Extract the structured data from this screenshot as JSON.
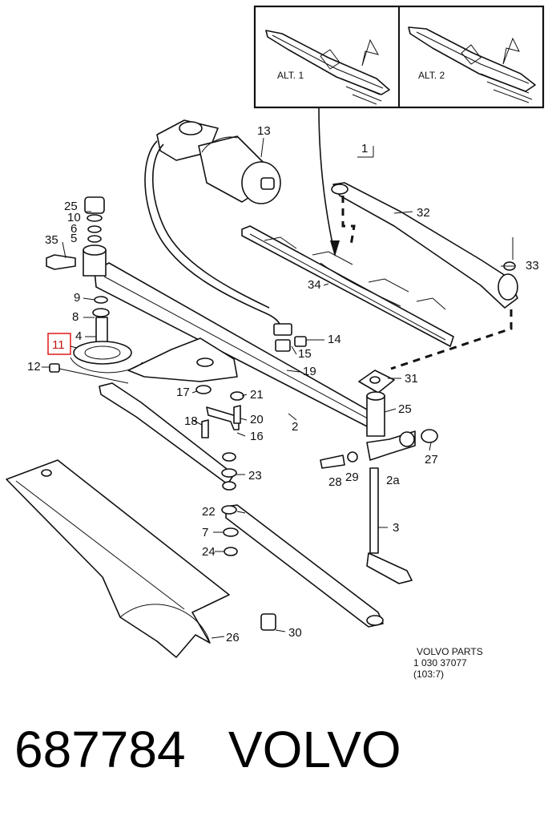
{
  "insets": [
    {
      "label": "ALT. 1"
    },
    {
      "label": "ALT. 2"
    }
  ],
  "group_label": "1",
  "highlighted_callout": "11",
  "callouts": [
    "13",
    "25",
    "10",
    "6",
    "5",
    "35",
    "9",
    "8",
    "4",
    "12",
    "32",
    "33",
    "34",
    "14",
    "15",
    "19",
    "31",
    "17",
    "21",
    "18",
    "20",
    "16",
    "2",
    "25",
    "27",
    "28",
    "29",
    "2a",
    "23",
    "22",
    "7",
    "24",
    "3",
    "26",
    "30"
  ],
  "footer": {
    "line1": "VOLVO  PARTS",
    "line2": "1  030  37077",
    "line3": "(103:7)"
  },
  "caption": {
    "part_number": "687784",
    "brand": "VOLVO"
  },
  "colors": {
    "highlight": "#e01a1a",
    "ink": "#111111"
  }
}
